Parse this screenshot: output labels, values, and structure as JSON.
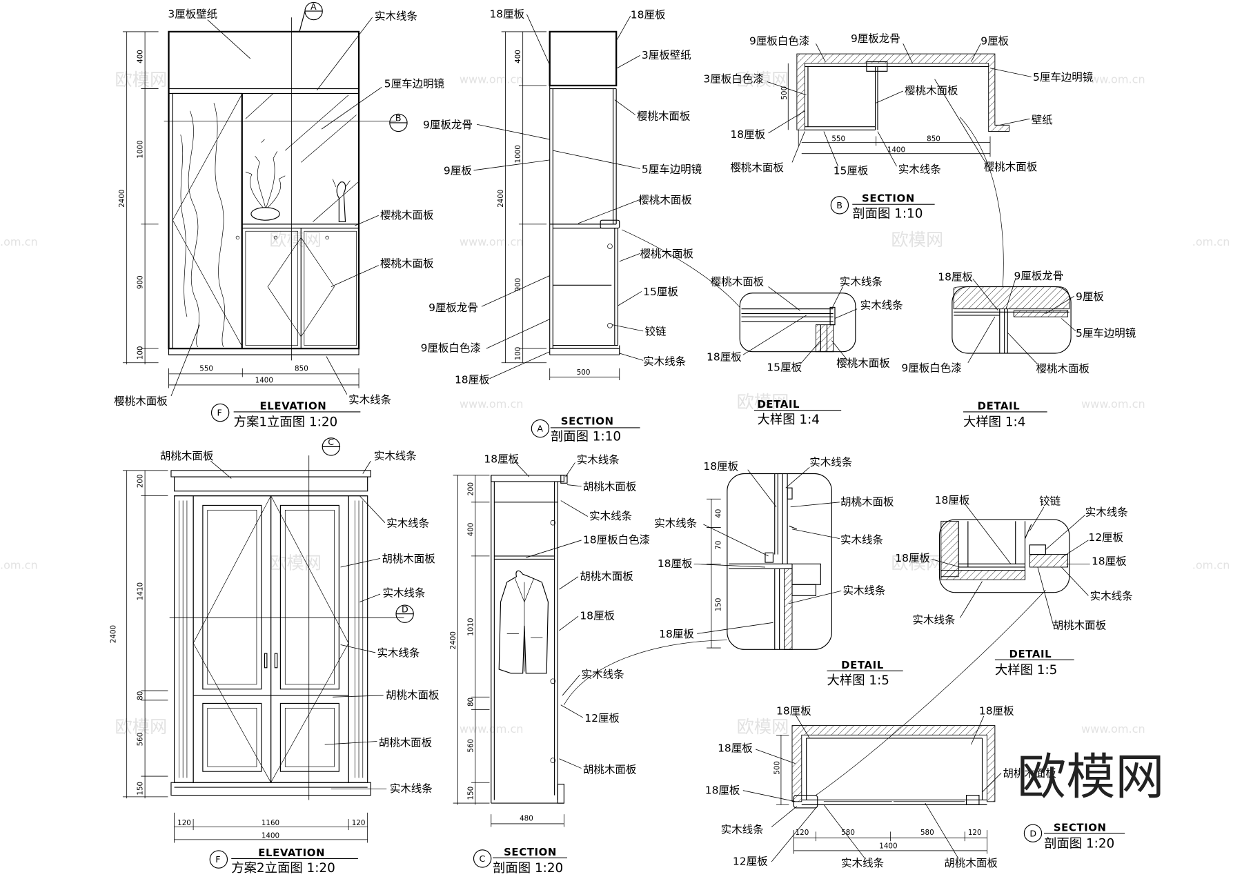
{
  "views": {
    "elev1": {
      "en": "ELEVATION",
      "marker": "F",
      "title": "方案1立面图 1:20"
    },
    "secA": {
      "en": "SECTION",
      "marker": "A",
      "title": "剖面图 1:10"
    },
    "secB": {
      "en": "SECTION",
      "marker": "B",
      "title": "剖面图 1:10"
    },
    "detail1": {
      "en": "DETAIL",
      "title": "大样图 1:4"
    },
    "detail2": {
      "en": "DETAIL",
      "title": "大样图 1:4"
    },
    "elev2": {
      "en": "ELEVATION",
      "marker": "F",
      "title": "方案2立面图 1:20"
    },
    "secC": {
      "en": "SECTION",
      "marker": "C",
      "title": "剖面图 1:20"
    },
    "detail3": {
      "en": "DETAIL",
      "title": "大样图 1:5"
    },
    "detail4": {
      "en": "DETAIL",
      "title": "大样图 1:5"
    },
    "secD": {
      "en": "SECTION",
      "marker": "D",
      "title": "剖面图 1:20"
    }
  },
  "cut_markers": {
    "a": "A",
    "b": "B",
    "c": "C",
    "d": "D"
  },
  "labels": {
    "e1_1": "3厘板壁纸",
    "e1_2": "实木线条",
    "e1_3": "5厘车边明镜",
    "e1_4": "樱桃木面板",
    "e1_5": "樱桃木面板",
    "e1_6": "樱桃木面板",
    "e1_7": "实木线条",
    "sa_1": "18厘板",
    "sa_2": "18厘板",
    "sa_3": "3厘板壁纸",
    "sa_4": "樱桃木面板",
    "sa_5": "9厘板龙骨",
    "sa_6": "9厘板",
    "sa_7": "5厘车边明镜",
    "sa_8": "樱桃木面板",
    "sa_9": "樱桃木面板",
    "sa_10": "9厘板龙骨",
    "sa_11": "15厘板",
    "sa_12": "9厘板白色漆",
    "sa_13": "铰链",
    "sa_14": "实木线条",
    "sa_15": "18厘板",
    "sb_1": "9厘板白色漆",
    "sb_2": "9厘板龙骨",
    "sb_3": "9厘板",
    "sb_4": "3厘板白色漆",
    "sb_5": "5厘车边明镜",
    "sb_6": "樱桃木面板",
    "sb_7": "18厘板",
    "sb_8": "壁纸",
    "sb_9": "樱桃木面板",
    "sb_10": "15厘板",
    "sb_11": "实木线条",
    "sb_12": "樱桃木面板",
    "d1_1": "樱桃木面板",
    "d1_2": "实木线条",
    "d1_3": "实木线条",
    "d1_4": "18厘板",
    "d1_5": "15厘板",
    "d1_6": "樱桃木面板",
    "d2_1": "18厘板",
    "d2_2": "9厘板龙骨",
    "d2_3": "9厘板",
    "d2_4": "5厘车边明镜",
    "d2_5": "9厘板白色漆",
    "d2_6": "樱桃木面板",
    "e2_1": "胡桃木面板",
    "e2_2": "实木线条",
    "e2_3": "实木线条",
    "e2_4": "胡桃木面板",
    "e2_5": "实木线条",
    "e2_6": "实木线条",
    "e2_7": "胡桃木面板",
    "e2_8": "胡桃木面板",
    "e2_9": "实木线条",
    "sc_1": "18厘板",
    "sc_2": "实木线条",
    "sc_3": "胡桃木面板",
    "sc_4": "实木线条",
    "sc_5": "18厘板白色漆",
    "sc_6": "胡桃木面板",
    "sc_7": "18厘板",
    "sc_8": "实木线条",
    "sc_9": "12厘板",
    "sc_10": "胡桃木面板",
    "d3_1": "18厘板",
    "d3_2": "实木线条",
    "d3_3": "胡桃木面板",
    "d3_4": "实木线条",
    "d3_5": "实木线条",
    "d3_6": "18厘板",
    "d3_7": "实木线条",
    "d3_8": "18厘板",
    "d4_1": "18厘板",
    "d4_2": "铰链",
    "d4_3": "实木线条",
    "d4_4": "12厘板",
    "d4_5": "18厘板",
    "d4_6": "18厘板",
    "d4_7": "实木线条",
    "d4_8": "实木线条",
    "d4_9": "胡桃木面板",
    "sd_1": "18厘板",
    "sd_2": "18厘板",
    "sd_3": "18厘板",
    "sd_4": "胡桃木面板",
    "sd_5": "18厘板",
    "sd_6": "实木线条",
    "sd_7": "12厘板",
    "sd_8": "实木线条",
    "sd_9": "胡桃木面板"
  },
  "dims": {
    "e1_v": [
      "400",
      "1000",
      "900",
      "100"
    ],
    "e1_total": "2400",
    "e1_h": [
      "550",
      "850"
    ],
    "e1_htotal": "1400",
    "sa_v": [
      "400",
      "1000",
      "900",
      "100"
    ],
    "sa_total": "2400",
    "sa_w": "500",
    "sb_v": "500",
    "sb_h": [
      "550",
      "850"
    ],
    "sb_htotal": "1400",
    "e2_v": [
      "200",
      "1410",
      "80",
      "560",
      "150"
    ],
    "e2_total": "2400",
    "e2_h": [
      "120",
      "1160",
      "120"
    ],
    "e2_htotal": "1400",
    "sc_v": [
      "200",
      "400",
      "1010",
      "80",
      "560",
      "150"
    ],
    "sc_total": "2400",
    "sc_w": "480",
    "d3_v": [
      "40",
      "70",
      "150"
    ],
    "sd_v": "500",
    "sd_h": [
      "120",
      "580",
      "580",
      "120"
    ],
    "sd_htotal": "1400"
  },
  "watermarks": {
    "brand": "欧模网",
    "url": "www.om.cn",
    "url_short": ".om.cn"
  }
}
